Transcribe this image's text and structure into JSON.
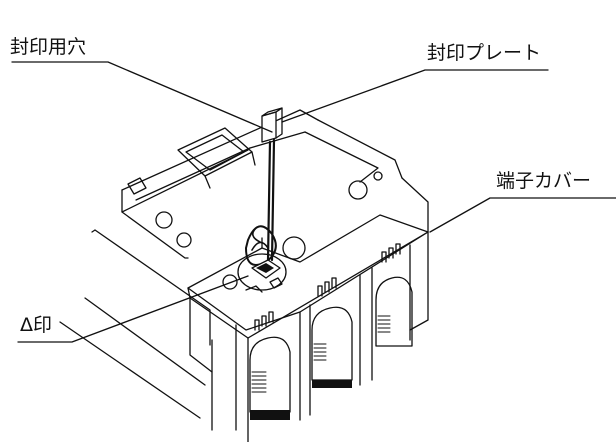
{
  "labels": {
    "seal_hole": "封印用穴",
    "seal_plate": "封印プレート",
    "terminal_cover": "端子カバー",
    "delta_mark": "Δ印"
  },
  "colors": {
    "line": "#111111",
    "background": "#ffffff"
  }
}
